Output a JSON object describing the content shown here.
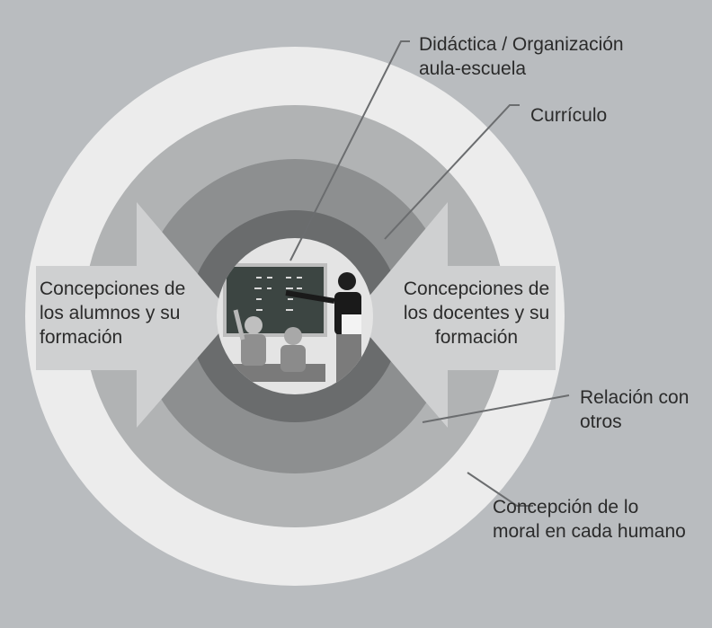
{
  "labels": {
    "didactica": "Didáctica / Organización\naula-escuela",
    "curriculo": "Currículo",
    "relacion": "Relación con\notros",
    "concepcion_moral": "Concepción de lo\nmoral en cada humano",
    "alumnos": "Concepciones de\nlos alumnos y su\nformación",
    "docentes": "Concepciones de\nlos docentes y su\nformación"
  },
  "colors": {
    "background": "#b9bcbf",
    "outer_ring": "#ececec",
    "ring_2": "#b1b3b4",
    "ring_3": "#8d8f90",
    "center": "#6a6c6d",
    "arrows": "#cfd0d1",
    "leader_lines": "#6b6d6f",
    "text": "#2b2b2b"
  },
  "center_image": {
    "description_icon": "classroom-teacher-photo-icon"
  }
}
